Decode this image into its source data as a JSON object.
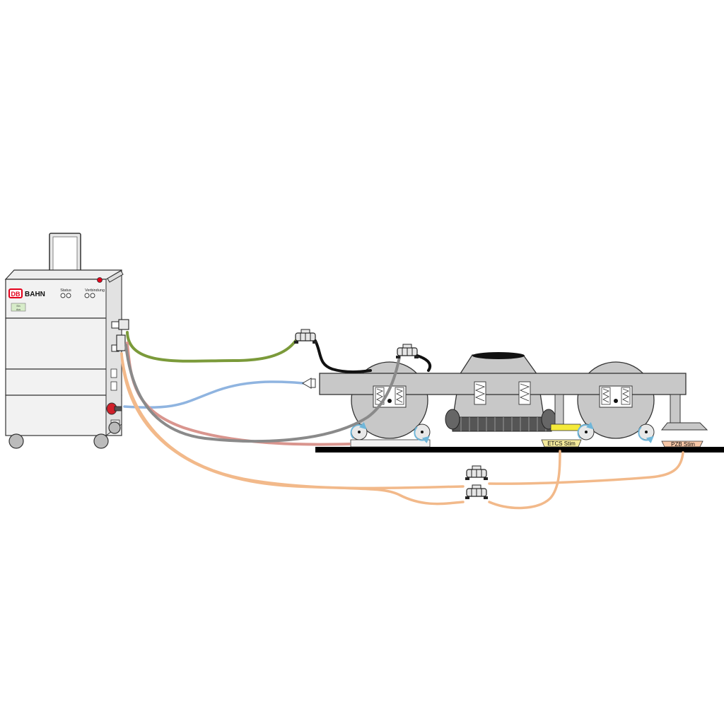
{
  "cabinet": {
    "logo": "DB",
    "brand": "BAHN",
    "status_label": "Status",
    "connection_label": "Verbindung",
    "panel_label_top": "Ein",
    "panel_label_bottom": "Aus"
  },
  "stim_labels": {
    "etcs": "ETCS Stim",
    "pzb": "PZB Stim"
  },
  "colors": {
    "cable_green": "#7b9a3a",
    "cable_blue": "#8fb4e0",
    "cable_red": "#d9958e",
    "cable_gray": "#8a8a8a",
    "cable_orange": "#f2b98a",
    "cable_black": "#111111",
    "bogie_gray": "#c8c8c8",
    "etcs_yellow": "#f4ea9a",
    "pzb_peach": "#f7c6a6",
    "db_red": "#e3001b",
    "rotation_arrow": "#6fb6d9"
  }
}
